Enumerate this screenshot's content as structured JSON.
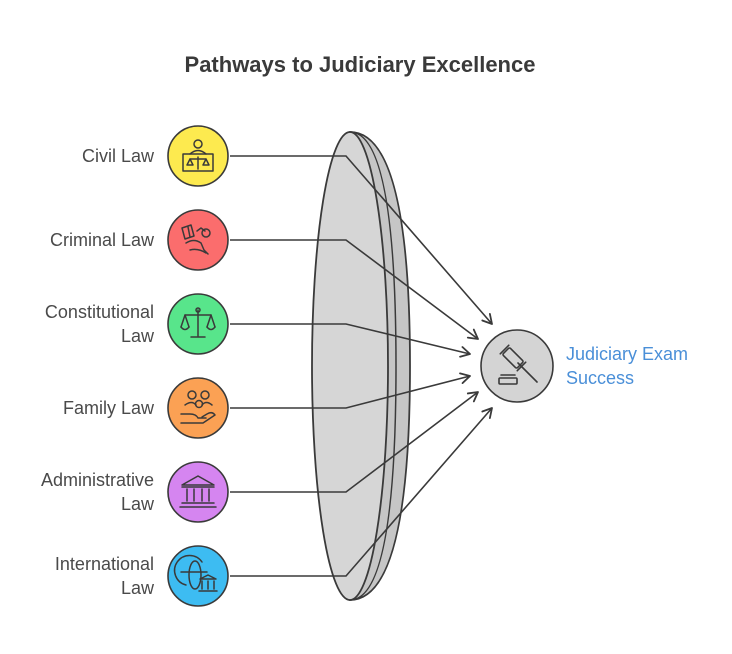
{
  "diagram": {
    "title": "Pathways to Judiciary Excellence",
    "sources": [
      {
        "label_line1": "Civil Law",
        "label_line2": "",
        "color": "#fdea4f",
        "icon": "judge-podium-icon"
      },
      {
        "label_line1": "Criminal Law",
        "label_line2": "",
        "color": "#fb6d6d",
        "icon": "handcuffs-icon"
      },
      {
        "label_line1": "Constitutional",
        "label_line2": "Law",
        "color": "#58e58b",
        "icon": "scales-icon"
      },
      {
        "label_line1": "Family Law",
        "label_line2": "",
        "color": "#fba154",
        "icon": "family-hand-icon"
      },
      {
        "label_line1": "Administrative",
        "label_line2": "Law",
        "color": "#d585f0",
        "icon": "government-building-icon"
      },
      {
        "label_line1": "International",
        "label_line2": "Law",
        "color": "#3dbcf2",
        "icon": "globe-building-icon"
      }
    ],
    "target": {
      "label_line1": "Judiciary Exam",
      "label_line2": "Success",
      "color": "#d4d4d4",
      "label_color": "#4a8fd8",
      "icon": "gavel-icon"
    },
    "lens_color": "#d6d6d6"
  }
}
